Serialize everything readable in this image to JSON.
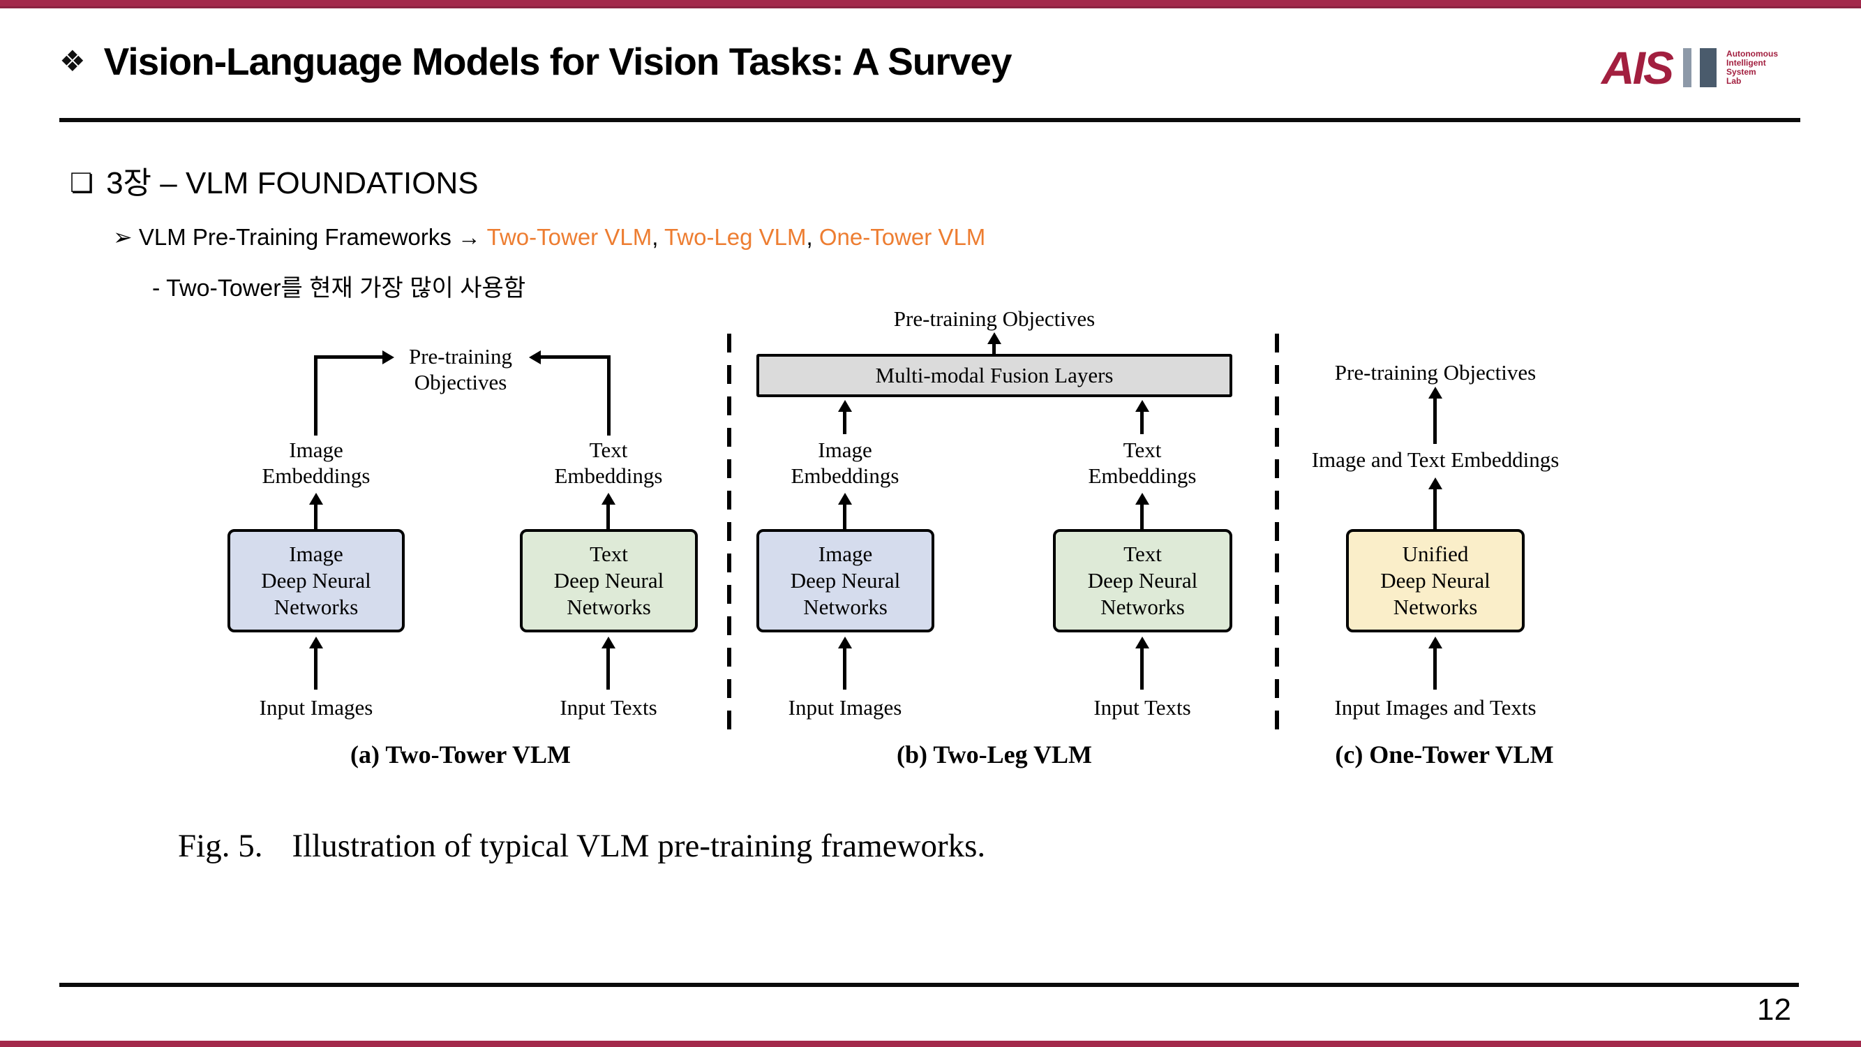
{
  "theme": {
    "accent_red": "#A3294B",
    "orange": "#ED7D31",
    "logo_maroon": "#A21F3F",
    "box_blue": "#D5DCED",
    "box_green": "#DEEAD7",
    "box_gray": "#DBDBDB",
    "box_yellow": "#FAEEC9"
  },
  "header": {
    "bullet": "❖",
    "title": "Vision-Language Models for Vision Tasks: A Survey",
    "logo": {
      "text": "AIS",
      "org_lines": [
        "Autonomous",
        "Intelligent",
        "System",
        "Lab"
      ]
    }
  },
  "body": {
    "section_bullet": "❏",
    "section_title": "3장 – VLM FOUNDATIONS",
    "point_bullet": "➢",
    "point_text": "VLM Pre-Training Frameworks ",
    "point_arrow": "→ ",
    "frameworks": [
      "Two-Tower VLM",
      "Two-Leg VLM",
      "One-Tower VLM"
    ],
    "separator": ", ",
    "note": "- Two-Tower를 현재 가장 많이 사용함"
  },
  "figure": {
    "panel_a": {
      "pretraining_line1": "Pre-training",
      "pretraining_line2": "Objectives",
      "image_emb_line1": "Image",
      "image_emb_line2": "Embeddings",
      "text_emb_line1": "Text",
      "text_emb_line2": "Embeddings",
      "image_box": {
        "line1": "Image",
        "line2": "Deep Neural",
        "line3": "Networks"
      },
      "text_box": {
        "line1": "Text",
        "line2": "Deep Neural",
        "line3": "Networks"
      },
      "input_images": "Input Images",
      "input_texts": "Input Texts",
      "caption": "(a) Two-Tower VLM"
    },
    "panel_b": {
      "pretraining": "Pre-training Objectives",
      "fusion": "Multi-modal Fusion Layers",
      "image_emb_line1": "Image",
      "image_emb_line2": "Embeddings",
      "text_emb_line1": "Text",
      "text_emb_line2": "Embeddings",
      "image_box": {
        "line1": "Image",
        "line2": "Deep Neural",
        "line3": "Networks"
      },
      "text_box": {
        "line1": "Text",
        "line2": "Deep Neural",
        "line3": "Networks"
      },
      "input_images": "Input Images",
      "input_texts": "Input Texts",
      "caption": "(b) Two-Leg VLM"
    },
    "panel_c": {
      "pretraining": "Pre-training Objectives",
      "embeddings": "Image and Text Embeddings",
      "box": {
        "line1": "Unified",
        "line2": "Deep Neural",
        "line3": "Networks"
      },
      "input": "Input Images and Texts",
      "caption": "(c) One-Tower VLM"
    },
    "fig_label": "Fig. 5.",
    "fig_caption": "Illustration of typical VLM pre-training frameworks."
  },
  "footer": {
    "page": "12"
  }
}
